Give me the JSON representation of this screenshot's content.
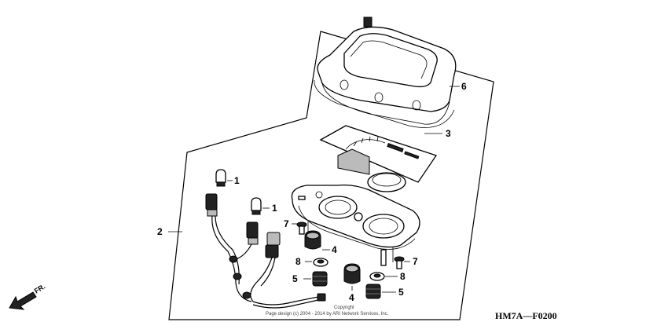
{
  "diagram_code": "HM7A—F0200",
  "direction_label": "FR.",
  "copyright": {
    "line1": "Copyright",
    "line2": "Page design (c) 2004 - 2014 by ARI Network Services, Inc."
  },
  "callouts": [
    {
      "id": "c1a",
      "label": "1"
    },
    {
      "id": "c1b",
      "label": "1"
    },
    {
      "id": "c2",
      "label": "2"
    },
    {
      "id": "c3",
      "label": "3"
    },
    {
      "id": "c4a",
      "label": "4"
    },
    {
      "id": "c4b",
      "label": "4"
    },
    {
      "id": "c5a",
      "label": "5"
    },
    {
      "id": "c5b",
      "label": "5"
    },
    {
      "id": "c6",
      "label": "6"
    },
    {
      "id": "c7a",
      "label": "7"
    },
    {
      "id": "c7b",
      "label": "7"
    },
    {
      "id": "c8a",
      "label": "8"
    },
    {
      "id": "c8b",
      "label": "8"
    }
  ]
}
